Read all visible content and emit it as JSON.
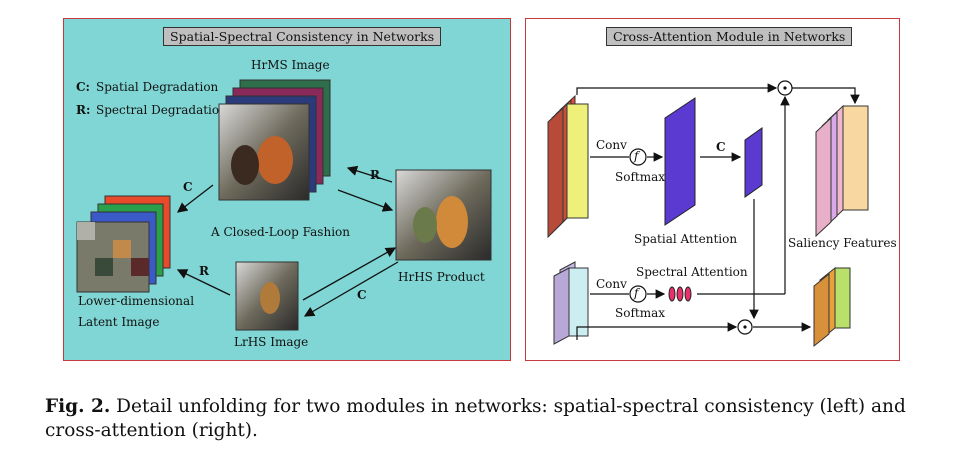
{
  "left_panel": {
    "title": "Spatial-Spectral Consistency in Networks",
    "legend_c_key": "C:",
    "legend_c_text": "Spatial Degradation",
    "legend_r_key": "R:",
    "legend_r_text": "Spectral Degradation",
    "hrms_label": "HrMS Image",
    "loop_label": "A Closed-Loop Fashion",
    "hrhs_label": "HrHS Product",
    "latent_label_1": "Lower-dimensional",
    "latent_label_2": "Latent Image",
    "lrhs_label": "LrHS Image",
    "c_top": "C",
    "r_top": "R",
    "r_bottom": "R",
    "c_bottom": "C"
  },
  "right_panel": {
    "title": "Cross-Attention Module in Networks",
    "conv_top": "Conv",
    "softmax_top": "Softmax",
    "c_label": "C",
    "spatial_attention": "Spatial Attention",
    "saliency_features": "Saliency  Features",
    "spectral_attention": "Spectral Attention",
    "conv_bottom": "Conv",
    "softmax_bottom": "Softmax",
    "f_symbol": "f",
    "dot_symbol": "⊙"
  },
  "caption": {
    "fig": "Fig. 2.",
    "text": " Detail unfolding for two modules in networks: spatial-spectral consistency (left) and cross-attention (right)."
  },
  "colors": {
    "left_bg": "#7fd6d4",
    "right_bg": "#4ab8e8",
    "border": "#c8383c"
  }
}
